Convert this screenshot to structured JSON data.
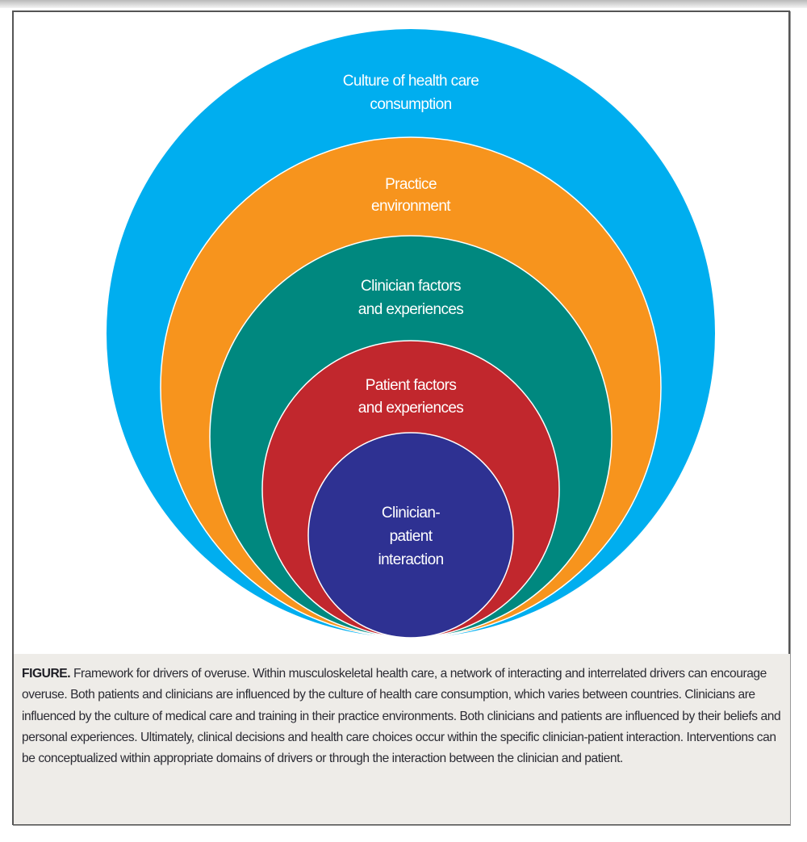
{
  "figure": {
    "layers": [
      {
        "id": "culture",
        "label_lines": [
          "Culture of health care",
          "consumption"
        ],
        "color": "#00aeef"
      },
      {
        "id": "practice",
        "label_lines": [
          "Practice",
          "environment"
        ],
        "color": "#f7941d"
      },
      {
        "id": "clinician",
        "label_lines": [
          "Clinician factors",
          "and experiences"
        ],
        "color": "#00887f"
      },
      {
        "id": "patient",
        "label_lines": [
          "Patient factors",
          "and experiences"
        ],
        "color": "#c1272d"
      },
      {
        "id": "interaction",
        "label_lines": [
          "Clinician-",
          "patient",
          "interaction"
        ],
        "color": "#2e3192"
      }
    ]
  },
  "caption": {
    "label": "FIGURE.",
    "text": " Framework for drivers of overuse. Within musculoskeletal health care, a network of interacting and interrelated drivers can encourage overuse. Both patients and clinicians are influenced by the culture of health care consumption, which varies between countries. Clinicians are influenced by the culture of medical care and training in their practice environments. Both clinicians and patients are influenced by their beliefs and personal experiences. Ultimately, clinical decisions and health care choices occur within the specific clinician-patient interaction. Interventions can be conceptualized within appropriate domains of drivers or through the interaction between the clinician and patient."
  }
}
